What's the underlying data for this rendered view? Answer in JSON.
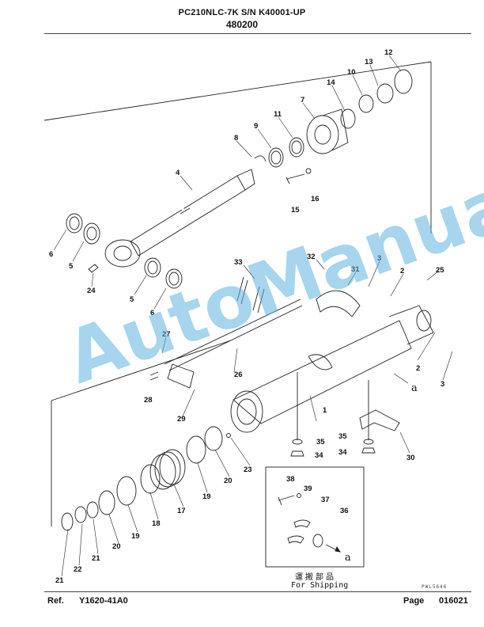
{
  "header": {
    "model": "PC210NLC-7K S/N K40001-UP",
    "group": "480200"
  },
  "footer": {
    "ref_label": "Ref.",
    "ref_number": "Y1620-41A0",
    "page_label": "Page",
    "page_number": "016021"
  },
  "drawing_code": "PWL5646",
  "shipping": {
    "japanese": "運搬部品",
    "english": "For Shipping"
  },
  "watermark": "AutoManual",
  "callouts": [
    "12",
    "13",
    "10",
    "14",
    "11",
    "7",
    "9",
    "8",
    "4",
    "16",
    "15",
    "6",
    "5",
    "24",
    "5",
    "6",
    "33",
    "32",
    "31",
    "3",
    "2",
    "25",
    "27",
    "26",
    "28",
    "29",
    "1",
    "2",
    "3",
    "35",
    "34",
    "35",
    "34",
    "30",
    "23",
    "20",
    "19",
    "17",
    "18",
    "19",
    "20",
    "21",
    "22",
    "21",
    "38",
    "39",
    "37",
    "36"
  ],
  "subscript_a": [
    "a",
    "a"
  ]
}
